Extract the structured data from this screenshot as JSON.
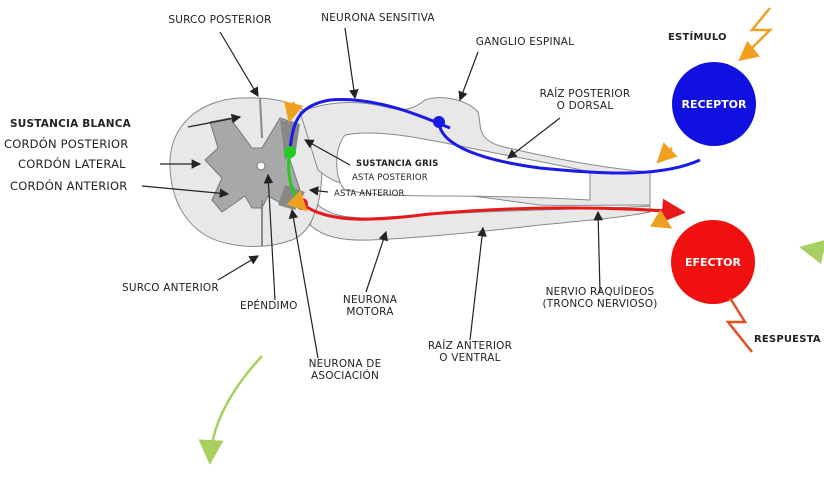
{
  "labels": {
    "surco_posterior": "SURCO POSTERIOR",
    "neurona_sensitiva": "NEURONA SENSITIVA",
    "ganglio_espinal": "GANGLIO ESPINAL",
    "estimulo": "ESTÍMULO",
    "receptor": "RECEPTOR",
    "raiz_posterior_1": "RAÍZ POSTERIOR",
    "raiz_posterior_2": "O DORSAL",
    "sustancia_blanca": "SUSTANCIA BLANCA",
    "cordon_posterior": "CORDÓN POSTERIOR",
    "cordon_lateral": "CORDÓN LATERAL",
    "cordon_anterior": "CORDÓN ANTERIOR",
    "sustancia_gris": "SUSTANCIA GRIS",
    "asta_posterior": "ASTA POSTERIOR",
    "asta_anterior": "ASTA ANTERIOR",
    "efector": "EFECTOR",
    "surco_anterior": "SURCO ANTERIOR",
    "ependimo": "EPÉNDIMO",
    "neurona_motora_1": "NEURONA",
    "neurona_motora_2": "MOTORA",
    "nervio_raquideo_1": "NERVIO RAQUÍDEOS",
    "nervio_raquideo_2": "(TRONCO NERVIOSO)",
    "respuesta": "RESPUESTA",
    "raiz_anterior_1": "RAÍZ ANTERIOR",
    "raiz_anterior_2": "O VENTRAL",
    "neurona_asociacion_1": "NEURONA DE",
    "neurona_asociacion_2": "ASOCIACIÓN"
  },
  "colors": {
    "sensory": "#1a1ae6",
    "motor": "#e61a1a",
    "association": "#22cc22",
    "receptor": "#1010e0",
    "effector": "#f01010",
    "stimulus": "#f0a020",
    "response": "#e05020",
    "green_arrow": "#a8d060"
  }
}
